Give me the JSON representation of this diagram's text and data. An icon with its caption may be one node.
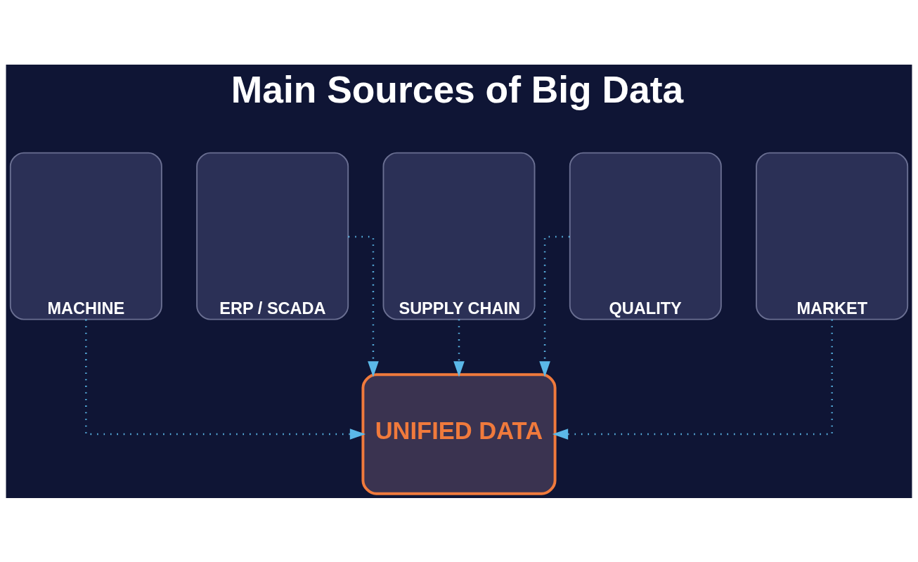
{
  "diagram": {
    "title": "Main Sources of Big Data",
    "nodes": [
      {
        "text": [
          "MACHINE"
        ]
      },
      {
        "text": [
          "ERP / SCADA"
        ]
      },
      {
        "text": [
          "SUPPLY CHAIN"
        ]
      },
      {
        "text": [
          "QUALITY"
        ]
      },
      {
        "text": [
          "MARKET"
        ]
      },
      {
        "text": [
          "UNIFIED DATA"
        ]
      }
    ],
    "edges": [
      {
        "from": 0,
        "to": 5,
        "arrow": "to",
        "style": "dashed"
      },
      {
        "from": 1,
        "to": 5,
        "arrow": "to",
        "style": "dashed"
      },
      {
        "from": 2,
        "to": 5,
        "arrow": "to",
        "style": "dashed"
      },
      {
        "from": 3,
        "to": 5,
        "arrow": "to",
        "style": "dashed"
      },
      {
        "from": 4,
        "to": 5,
        "arrow": "to",
        "style": "dashed"
      }
    ]
  }
}
